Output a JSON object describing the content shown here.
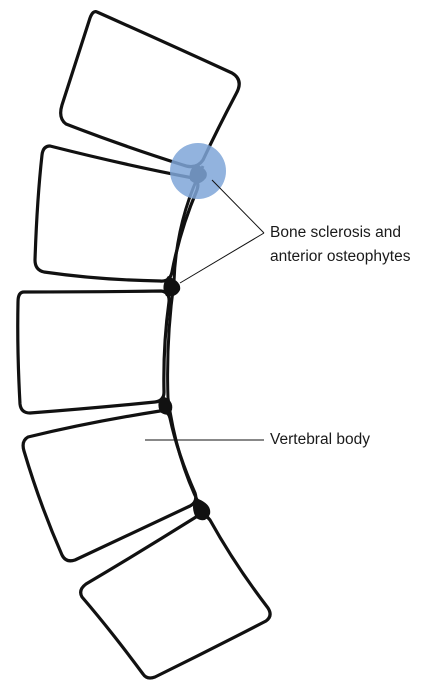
{
  "labels": {
    "sclerosis_line1": "Bone sclerosis and",
    "sclerosis_line2": "anterior osteophytes",
    "vertebral_body": "Vertebral body"
  },
  "colors": {
    "highlight": "#7fa6d8",
    "outline": "#111111"
  }
}
